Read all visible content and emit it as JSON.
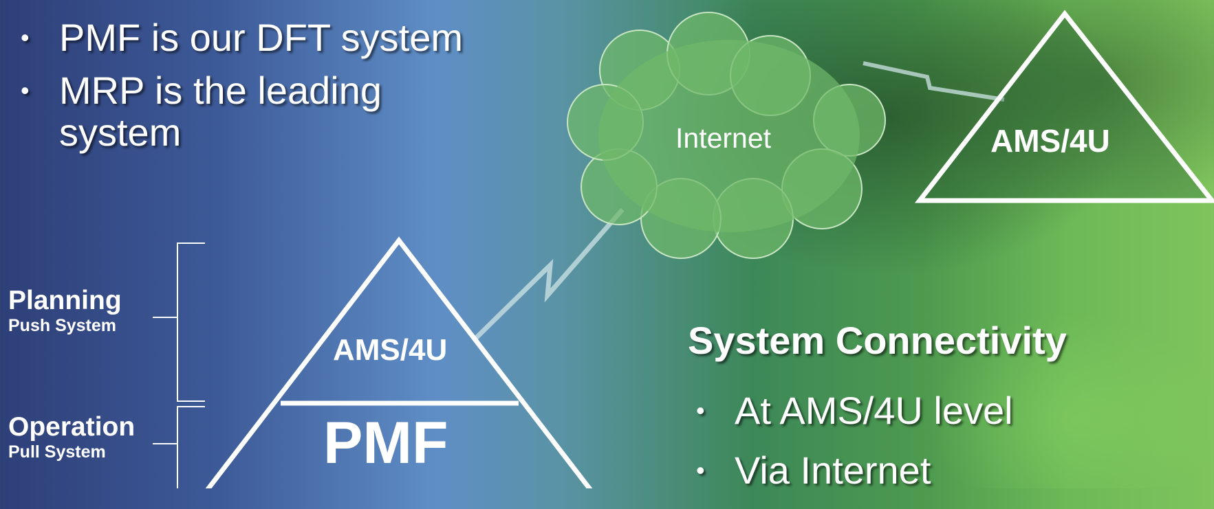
{
  "bullets_top": [
    "PMF is our DFT system",
    "MRP is the leading system"
  ],
  "bullet_glyph": "•",
  "heading": "System Connectivity",
  "bullets_bottom": [
    "At AMS/4U level",
    "Via Internet"
  ],
  "pyramid": {
    "top_label": "AMS/4U",
    "bottom_label": "PMF",
    "levels": [
      {
        "title": "Planning",
        "subtitle": "Push System"
      },
      {
        "title": "Operation",
        "subtitle": "Pull System"
      }
    ]
  },
  "cloud_label": "Internet",
  "remote_triangle_label": "AMS/4U",
  "colors": {
    "cloud_fill": "#6fb86a",
    "cloud_stroke": "#c9e6c4",
    "link": "#cfe4e6",
    "text": "#ffffff"
  }
}
